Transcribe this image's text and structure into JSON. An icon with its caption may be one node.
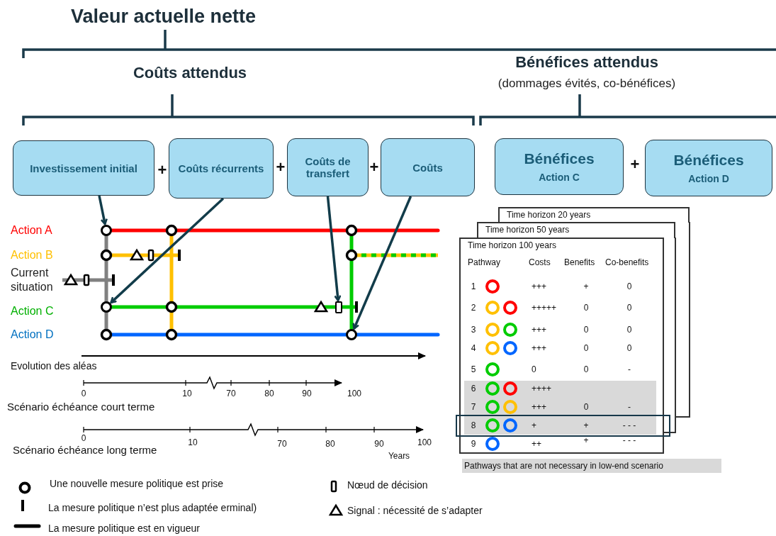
{
  "diagram": {
    "title": "Valeur actuelle nette",
    "nodes": [
      {
        "text": [
          "Investissement initial"
        ]
      },
      {
        "text": [
          "Coûts récurrents"
        ]
      },
      {
        "text": [
          "Coûts de transfert"
        ]
      },
      {
        "text": [
          "Coûts"
        ]
      },
      {
        "text": [
          "Bénéfices",
          "Action C"
        ]
      },
      {
        "text": [
          "Bénéfices",
          "Action D"
        ]
      },
      {
        "text": [
          "Time horizon 20 years"
        ]
      },
      {
        "text": [
          "Time horizon 50 years"
        ]
      },
      {
        "text": [
          "Time horizon 100 years"
        ]
      },
      {
        "text": [],
        "shape": "circle"
      },
      {
        "text": [],
        "shape": "circle"
      },
      {
        "text": [],
        "shape": "box"
      },
      {
        "text": [],
        "shape": "circle"
      }
    ],
    "edges": [
      {
        "from": 0,
        "to": 9,
        "arrow": "to"
      },
      {
        "from": 1,
        "to": 10,
        "arrow": "to"
      },
      {
        "from": 2,
        "to": 11,
        "arrow": "to"
      },
      {
        "from": 3,
        "to": 12,
        "arrow": "to"
      }
    ],
    "labels": [
      "Coûts attendus",
      "Bénéfices attendus",
      "(dommages évités, co-bénéfices)",
      "+",
      "+",
      "+",
      "+",
      "Action A",
      "Action B",
      "Current situation",
      "Action C",
      "Action D",
      "Pathway",
      "Costs",
      "Benefits",
      "Co-benefits",
      "1",
      "+++",
      "+",
      "0",
      "2",
      "+++++",
      "0",
      "0",
      "3",
      "+++",
      "0",
      "0",
      "4",
      "+++",
      "0",
      "0",
      "5",
      "0",
      "0",
      "-",
      "6",
      "++++",
      "7",
      "+++",
      "0",
      "-",
      "8",
      "+",
      "+",
      "- - -",
      "9",
      "++",
      "+",
      "- - -",
      "Evolution des aléas",
      "0",
      "10",
      "70",
      "80",
      "90",
      "100",
      "Scénario échéance court terme",
      "0",
      "10",
      "70",
      "80",
      "90",
      "100",
      "Scénario échéance long terme",
      "Years"
    ],
    "legend": [
      {
        "text": "Pathways that are not necessary in low-end scenario",
        "color": "#d9d9d9"
      },
      {
        "text": "Une nouvelle mesure politique est prise"
      },
      {
        "text": "Nœud de décision"
      },
      {
        "text": "La mesure politique n’est plus adaptée erminal)"
      },
      {
        "text": "Signal : nécessité de s’adapter"
      },
      {
        "text": "La mesure politique est en vigueur"
      }
    ]
  }
}
